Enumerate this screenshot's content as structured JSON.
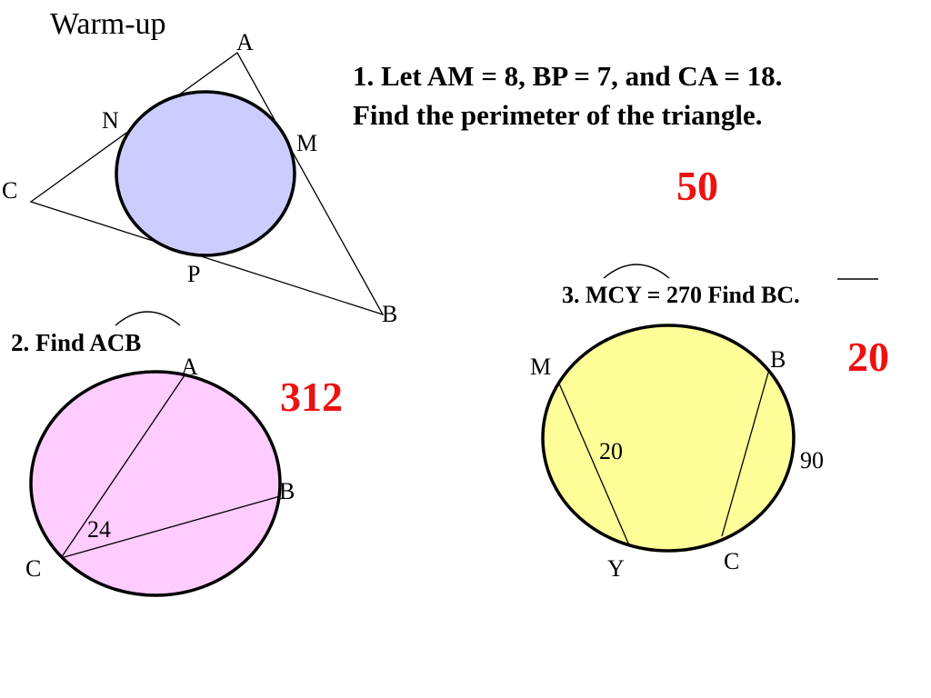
{
  "title": "Warm-up",
  "problem1": {
    "line1": "1.  Let AM = 8, BP = 7, and CA = 18.",
    "line2": "Find the perimeter of the triangle.",
    "answer": "50"
  },
  "problem2": {
    "prefix": "2.  Find ",
    "arc": "ACB",
    "answer": "312"
  },
  "problem3": {
    "prefix": "3.  ",
    "arc": "MCY",
    "middle": " = 270 Find  ",
    "segment": "BC",
    "suffix": ".",
    "answer": "20"
  },
  "diagram1": {
    "labels": {
      "A": "A",
      "N": "N",
      "M": "M",
      "C": "C",
      "P": "P",
      "B": "B"
    },
    "circle_fill": "#ccccff"
  },
  "diagram2": {
    "labels": {
      "A": "A",
      "B": "B",
      "C": "C"
    },
    "angle": "24",
    "circle_fill": "#ffccff"
  },
  "diagram3": {
    "labels": {
      "M": "M",
      "B": "B",
      "Y": "Y",
      "C": "C"
    },
    "arc_my": "20",
    "arc_bc": "90",
    "circle_fill": "#ffff99"
  }
}
